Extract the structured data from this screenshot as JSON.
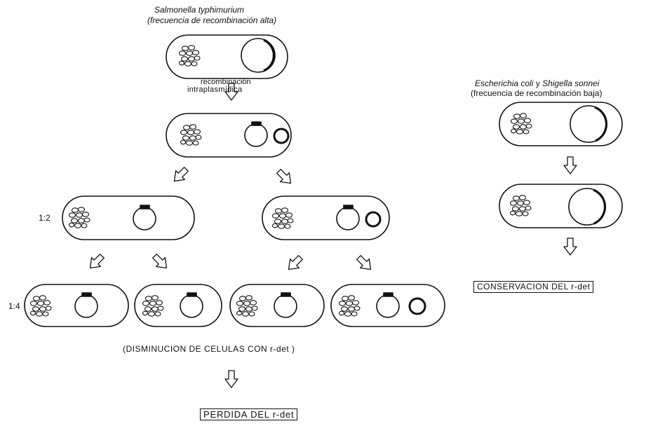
{
  "left_panel": {
    "organism": "Salmonella typhimurium",
    "frequency": "(frecuencia de recombinación alta)",
    "process_line1": "recombinación",
    "process_line2": "intraplasmídica",
    "ratio_half": "1:2",
    "ratio_quarter": "1:4",
    "decrease_note": "(DISMINUCION DE CELULAS CON r-det )",
    "outcome": "PERDIDA DEL r-det"
  },
  "right_panel": {
    "organisms_a": "Escherichia coli",
    "conjunction": "y",
    "organisms_b": "Shigella sonnei",
    "frequency": "(frecuencia de recombinación baja)",
    "outcome": "CONSERVACION DEL r-det"
  },
  "colors": {
    "ink": "#111111",
    "background": "#ffffff"
  }
}
